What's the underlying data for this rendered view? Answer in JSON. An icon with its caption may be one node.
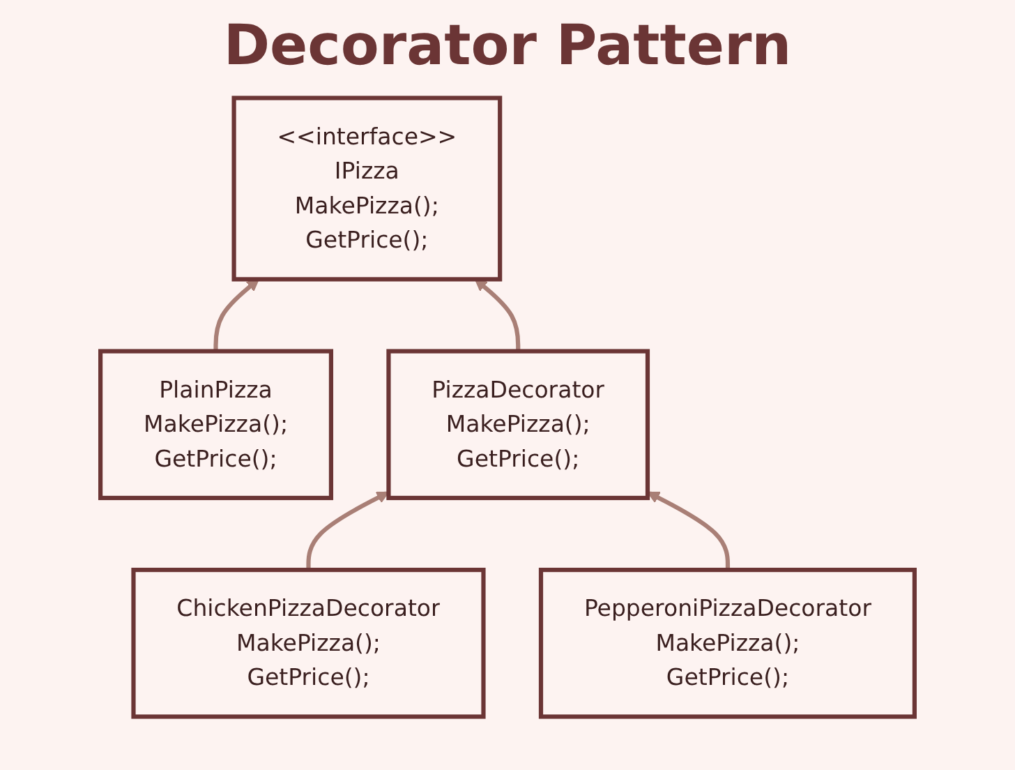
{
  "diagram": {
    "title": "Decorator Pattern",
    "nodes": [
      {
        "text": [
          "<<interface>>",
          "IPizza",
          "MakePizza();",
          "GetPrice();"
        ]
      },
      {
        "text": [
          "PlainPizza",
          "MakePizza();",
          "GetPrice();"
        ]
      },
      {
        "text": [
          "PizzaDecorator",
          "MakePizza();",
          "GetPrice();"
        ]
      },
      {
        "text": [
          "ChickenPizzaDecorator",
          "MakePizza();",
          "GetPrice();"
        ]
      },
      {
        "text": [
          "PepperoniPizzaDecorator",
          "MakePizza();",
          "GetPrice();"
        ]
      }
    ],
    "edges": [
      {
        "from": 1,
        "to": 0,
        "arrow": "to"
      },
      {
        "from": 2,
        "to": 0,
        "arrow": "to"
      },
      {
        "from": 3,
        "to": 2,
        "arrow": "to"
      },
      {
        "from": 4,
        "to": 2,
        "arrow": "to"
      }
    ]
  }
}
